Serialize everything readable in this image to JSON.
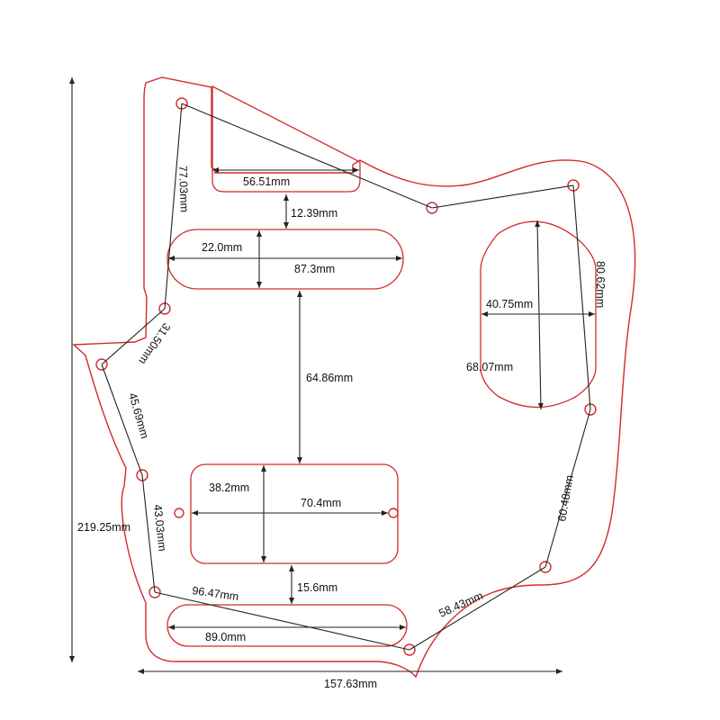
{
  "dimensions": {
    "total_height": "219.25mm",
    "total_width": "157.63mm",
    "top_horn_cutout": "56.51mm",
    "gap_top": "12.39mm",
    "neck_pickup_height": "22.0mm",
    "neck_pickup_width": "87.3mm",
    "pickup_spacing": "64.86mm",
    "control_plate_width": "40.75mm",
    "control_plate_height": "68.07mm",
    "right_upper_span": "80.62mm",
    "right_lower_span": "60.48mm",
    "left_upper_span": "77.03mm",
    "left_short_span": "31.50mm",
    "left_mid_span": "45.69mm",
    "left_lower_span": "43.03mm",
    "bridge_pickup_height": "38.2mm",
    "bridge_pickup_width": "70.4mm",
    "gap_bottom": "15.6mm",
    "bottom_diagonal": "96.47mm",
    "bottom_slot_width": "89.0mm",
    "bottom_right_diagonal": "58.43mm"
  },
  "colors": {
    "outline": "#d42a2a",
    "dimension_line": "#222222"
  }
}
